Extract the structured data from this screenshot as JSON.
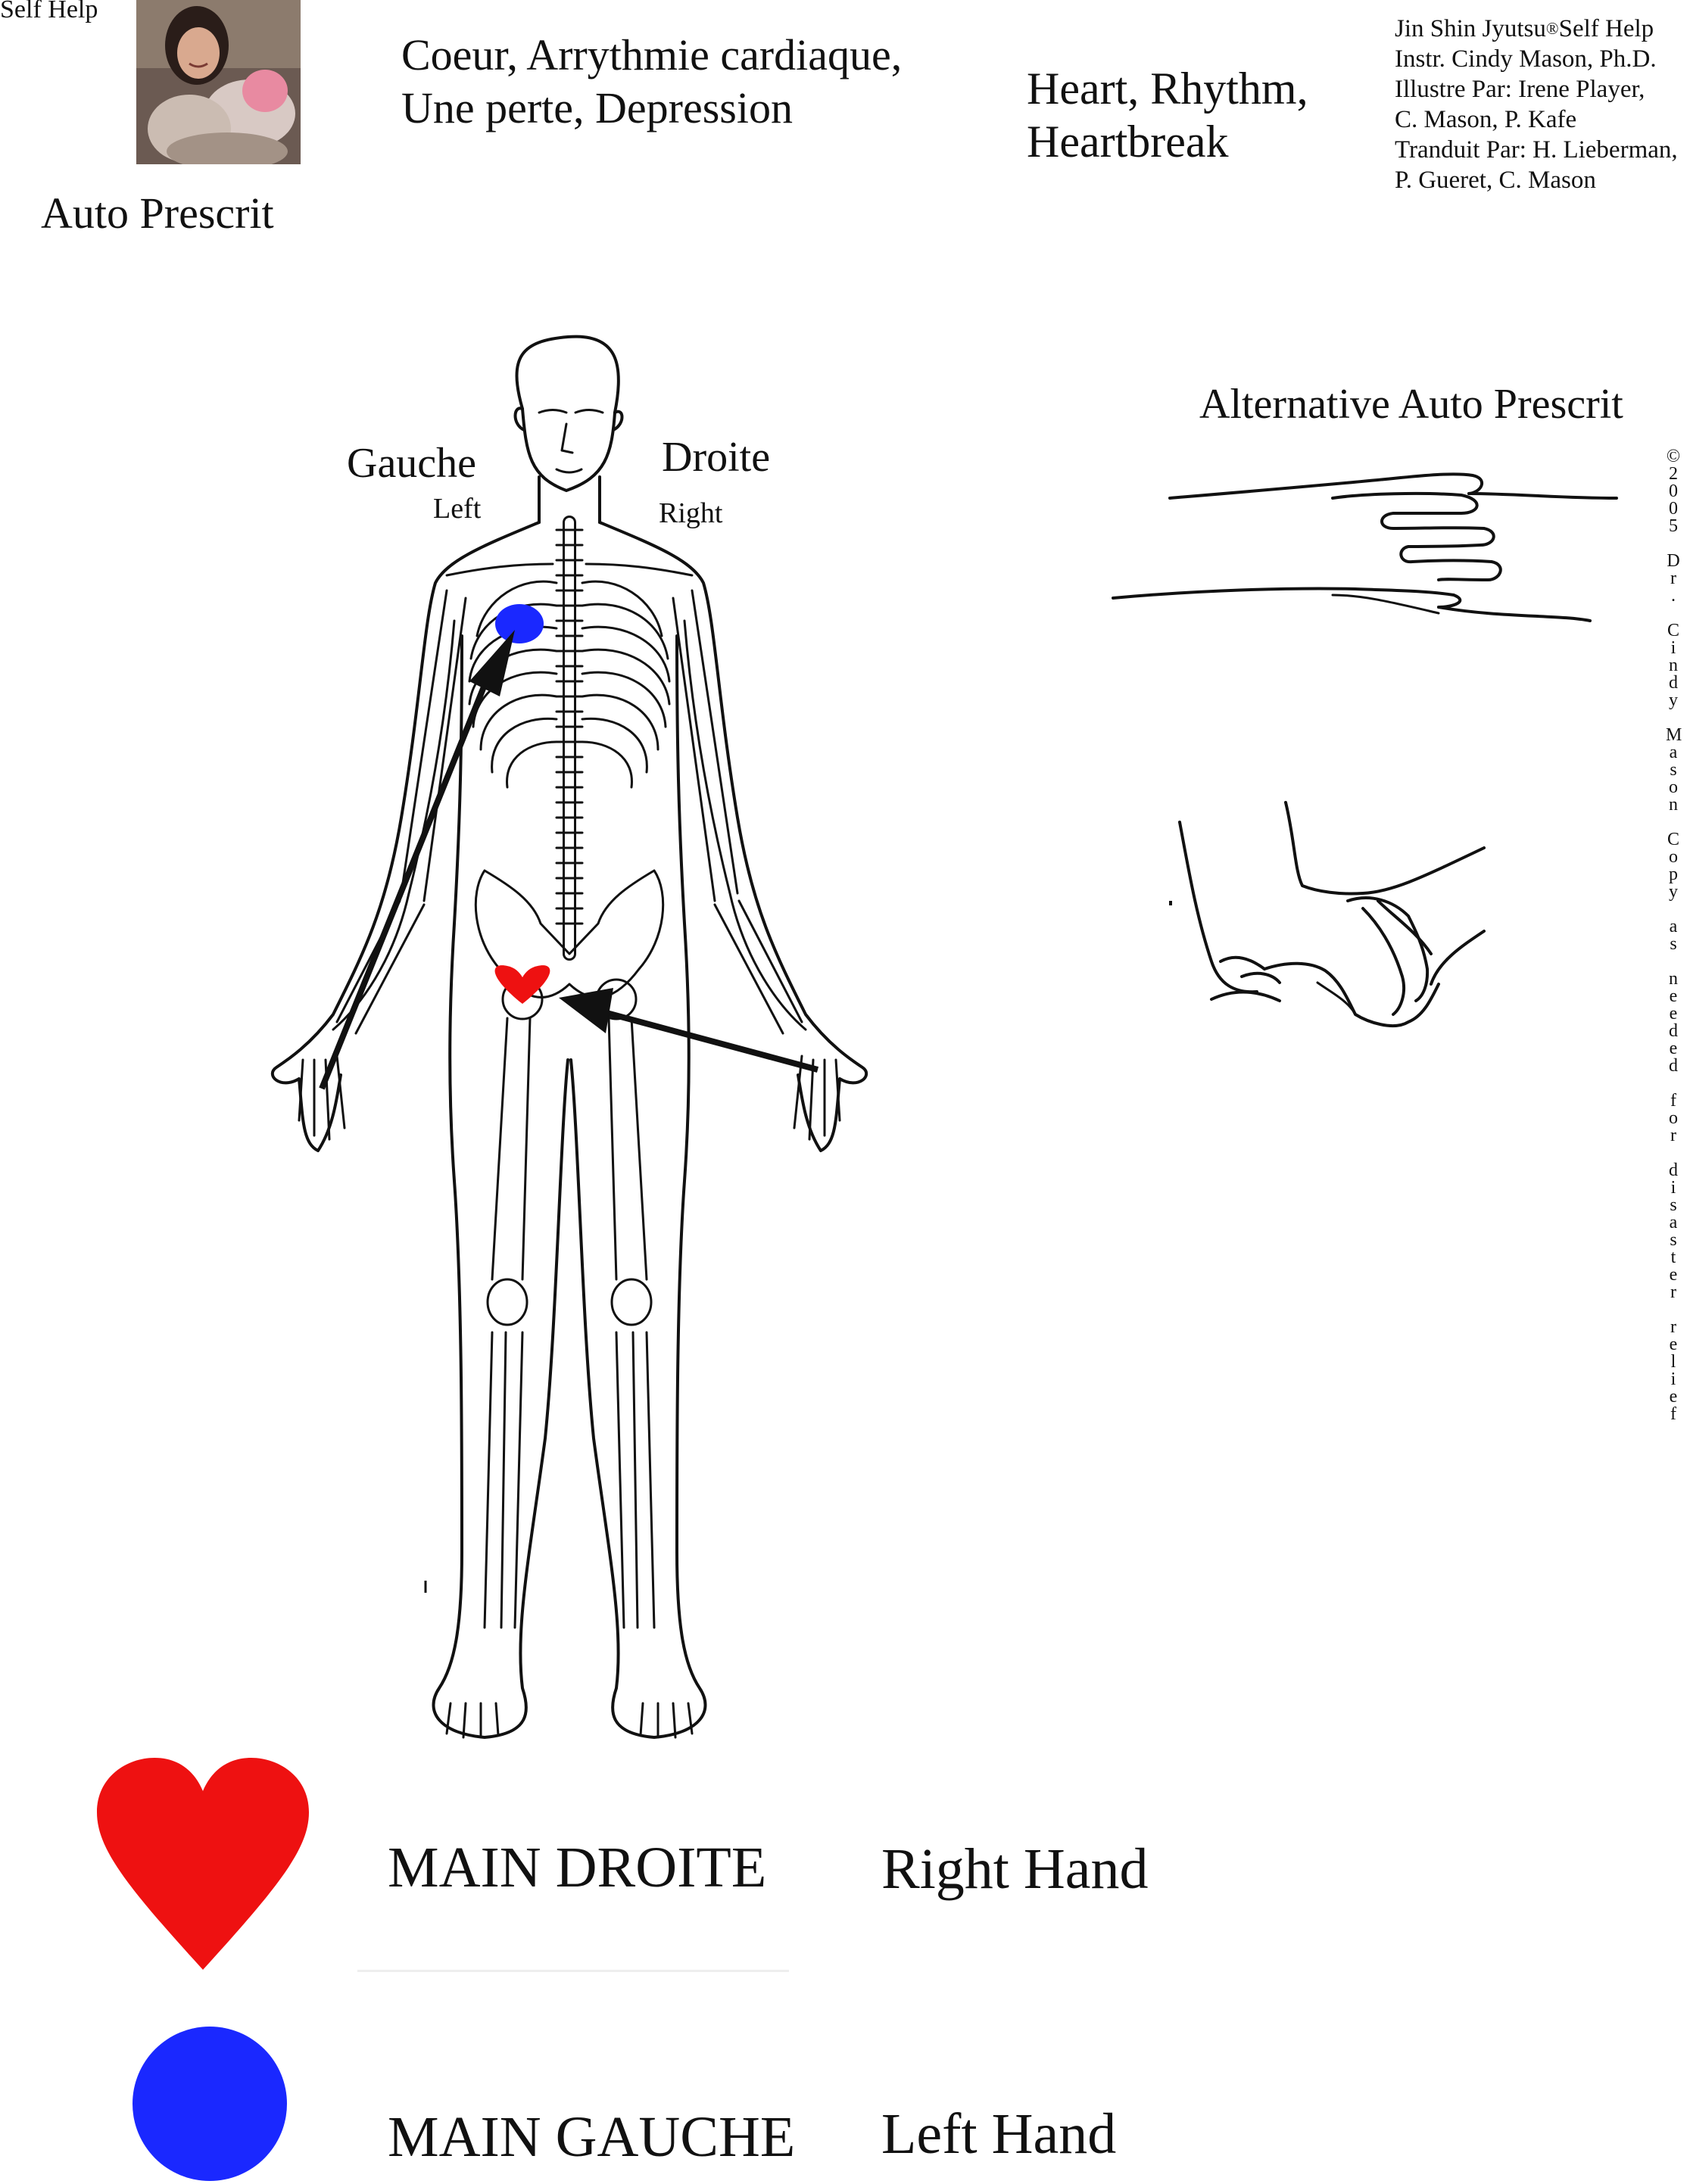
{
  "header": {
    "self_help": "Self Help",
    "auto_prescrit": "Auto Prescrit",
    "title_fr_line1": "Coeur, Arrythmie cardiaque,",
    "title_fr_line2": "Une perte, Depression",
    "title_en_line1": "Heart, Rhythm,",
    "title_en_line2": "Heartbreak"
  },
  "credits": {
    "line1": "Jin Shin Jyutsu",
    "reg_mark": "®",
    "line1_suffix": "Self Help",
    "line2": "Instr.  Cindy Mason, Ph.D.",
    "line3": "Illustre Par: Irene Player,",
    "line4": "C. Mason, P. Kafe",
    "line5": "Tranduit Par: H. Lieberman,",
    "line6": "P. Gueret, C. Mason"
  },
  "body_labels": {
    "gauche": "Gauche",
    "left": "Left",
    "droite": "Droite",
    "right": "Right"
  },
  "alternative": {
    "label": "Alternative Auto Prescrit"
  },
  "copyright": "©2005 Dr. Cindy Mason Copy as needed for disaster relief",
  "legend": {
    "right_hand_fr": "MAIN DROITE",
    "right_hand_en": "Right Hand",
    "left_hand_fr": "MAIN GAUCHE",
    "left_hand_en": "Left Hand"
  },
  "colors": {
    "heart_red": "#ee1111",
    "circle_blue": "#1a28ff"
  },
  "icons": {
    "right_hand_marker": "heart-icon",
    "left_hand_marker": "circle-icon"
  }
}
